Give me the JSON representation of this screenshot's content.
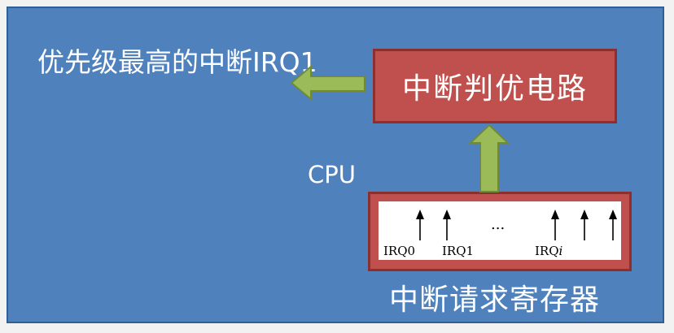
{
  "output_label": "优先级最高的中断IRQ1",
  "judge_circuit_label": "中断判优电路",
  "cpu_label": "CPU",
  "register_caption": "中断请求寄存器",
  "register": {
    "irq_labels": [
      "IRQ0",
      "IRQ1",
      "IRQ"
    ],
    "irq_suffix_italic": "i",
    "ellipsis": "..."
  },
  "colors": {
    "background": "#4f81bd",
    "box_fill": "#c0504d",
    "box_border": "#8c2f2d",
    "arrow_fill": "#9bbb59",
    "arrow_border": "#6f8a3a",
    "text": "#ffffff"
  }
}
